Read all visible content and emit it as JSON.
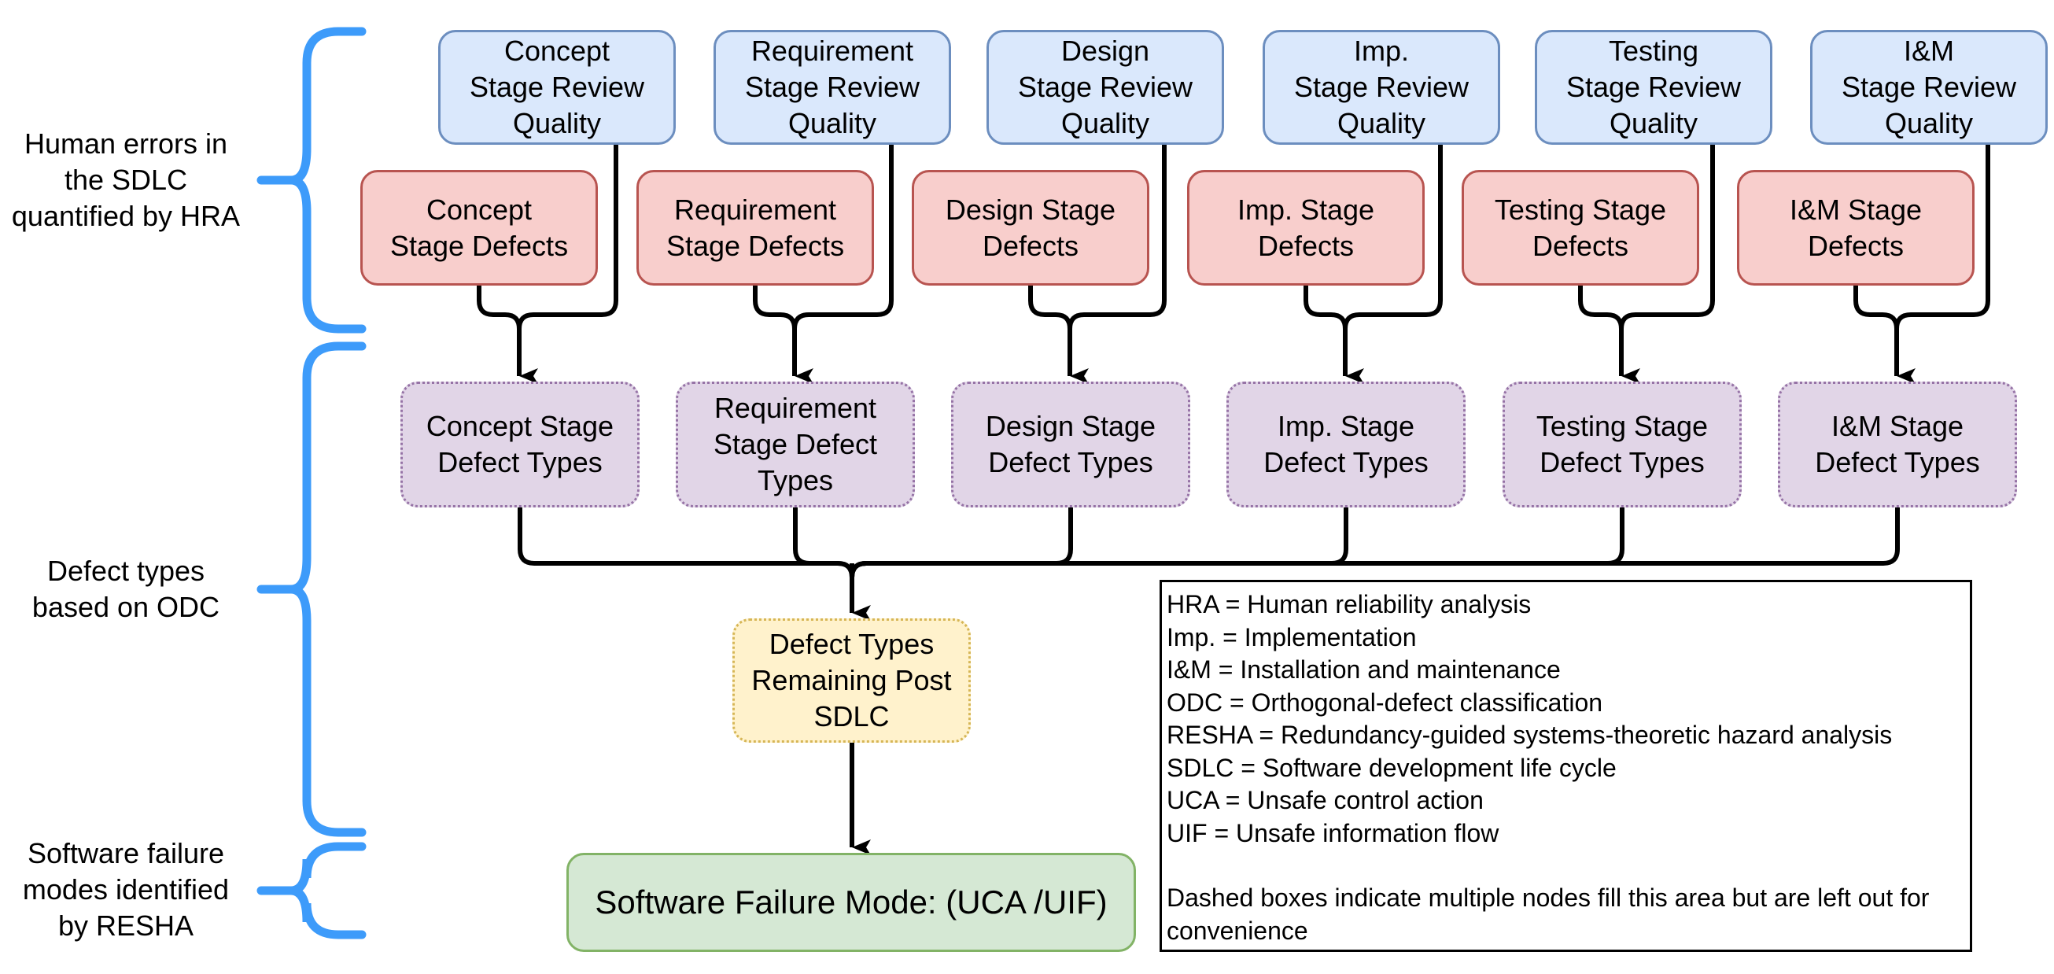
{
  "diagram": {
    "side_labels": [
      {
        "id": "hra",
        "text": "Human errors in\nthe SDLC\nquantified by HRA"
      },
      {
        "id": "odc",
        "text": "Defect types\nbased on ODC"
      },
      {
        "id": "resha",
        "text": "Software failure\nmodes identified\nby RESHA"
      }
    ],
    "review_quality_nodes": [
      "Concept\nStage Review\nQuality",
      "Requirement\nStage Review\nQuality",
      "Design\nStage Review\nQuality",
      "Imp.\nStage Review\nQuality",
      "Testing\nStage Review\nQuality",
      "I&M\nStage Review\nQuality"
    ],
    "stage_defect_nodes": [
      "Concept\nStage Defects",
      "Requirement\nStage Defects",
      "Design Stage\nDefects",
      "Imp. Stage\nDefects",
      "Testing Stage\nDefects",
      "I&M Stage\nDefects"
    ],
    "defect_type_nodes": [
      "Concept Stage\nDefect Types",
      "Requirement\nStage Defect\nTypes",
      "Design Stage\nDefect Types",
      "Imp. Stage\nDefect Types",
      "Testing Stage\nDefect Types",
      "I&M Stage\nDefect Types"
    ],
    "remaining_node": "Defect Types\nRemaining Post\nSDLC",
    "failure_mode_node": "Software Failure Mode: (UCA /UIF)",
    "legend": {
      "items": [
        "HRA = Human reliability analysis",
        "Imp. = Implementation",
        "I&M = Installation and maintenance",
        "ODC = Orthogonal-defect classification",
        "RESHA = Redundancy-guided systems-theoretic hazard analysis",
        "SDLC = Software development life cycle",
        "UCA = Unsafe control action",
        "UIF = Unsafe information flow"
      ],
      "note": "Dashed boxes indicate multiple nodes fill this area but are left out for convenience"
    },
    "colors": {
      "bracket": "#3d9bfa",
      "review_fill": "#dae8fc",
      "review_stroke": "#6c8ebf",
      "defect_fill": "#f8cecc",
      "defect_stroke": "#b85450",
      "type_fill": "#e1d5e7",
      "type_stroke": "#9673a6",
      "remaining_fill": "#fff2cc",
      "remaining_stroke": "#d6b656",
      "failure_fill": "#d5e8d4",
      "failure_stroke": "#82b366"
    }
  }
}
